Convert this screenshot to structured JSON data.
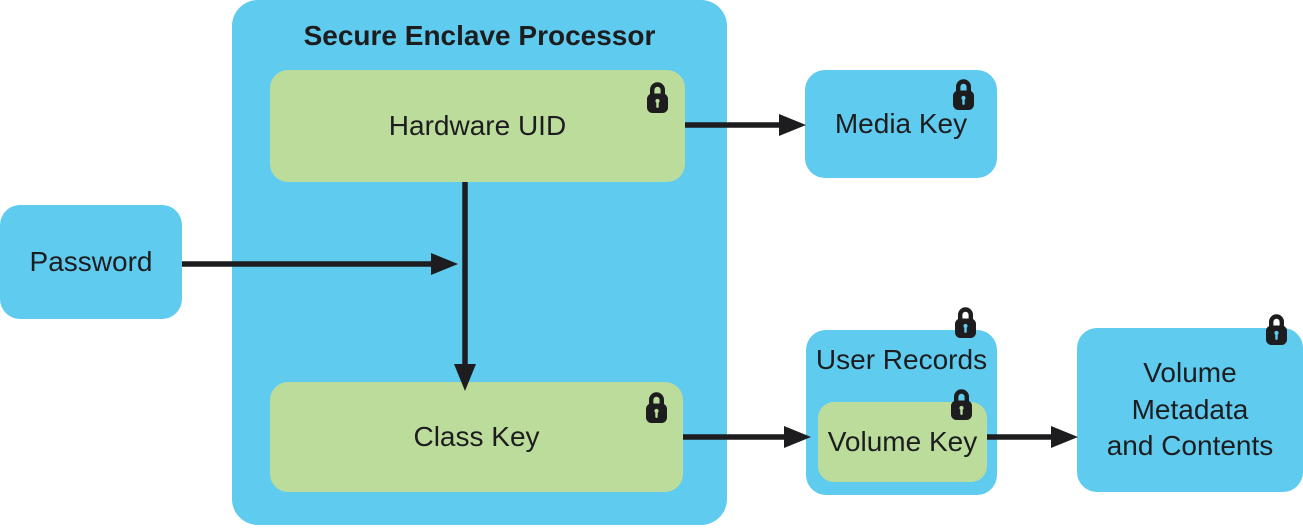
{
  "colors": {
    "blue": "#5FCBEF",
    "green": "#BCDC9C",
    "ink": "#1D1D1F"
  },
  "diagram": {
    "container": {
      "title": "Secure Enclave Processor"
    },
    "nodes": {
      "password": {
        "label": "Password",
        "color": "blue",
        "locked": false
      },
      "hardware_uid": {
        "label": "Hardware UID",
        "color": "green",
        "locked": true
      },
      "class_key": {
        "label": "Class Key",
        "color": "green",
        "locked": true
      },
      "media_key": {
        "label": "Media Key",
        "color": "blue",
        "locked": true
      },
      "user_records": {
        "label": "User Records",
        "color": "blue",
        "locked": true
      },
      "volume_key": {
        "label": "Volume Key",
        "color": "green",
        "locked": true
      },
      "volume_metadata": {
        "label": "Volume\nMetadata\nand Contents",
        "color": "blue",
        "locked": true
      }
    },
    "edges": [
      {
        "from": "Hardware UID",
        "to": "Media Key"
      },
      {
        "from": "Hardware UID",
        "to": "Class Key"
      },
      {
        "from": "Password",
        "to": "Class Key"
      },
      {
        "from": "Class Key",
        "to": "Volume Key"
      },
      {
        "from": "Volume Key",
        "to": "Volume Metadata and Contents"
      }
    ],
    "icons": {
      "lock": "lock-icon"
    }
  }
}
